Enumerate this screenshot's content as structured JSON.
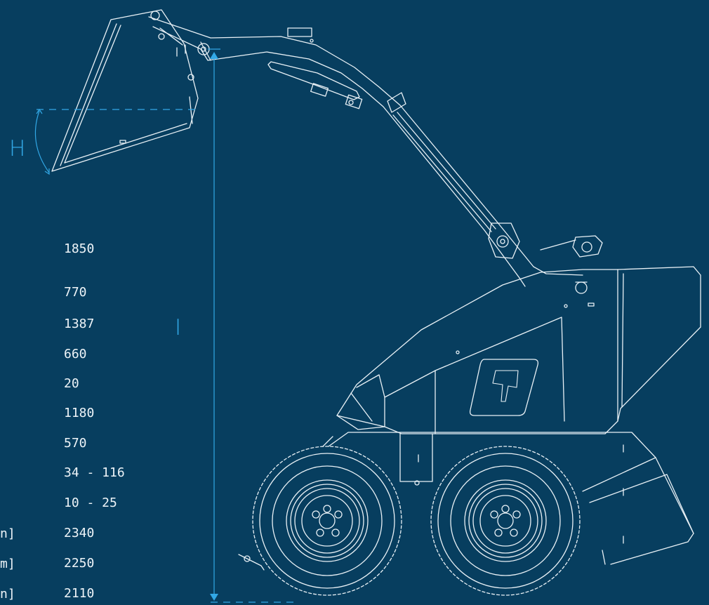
{
  "dimension_labels": {
    "h": "H",
    "i": "I"
  },
  "specs": [
    {
      "value": "1850",
      "unit": ""
    },
    {
      "value": "770",
      "unit": ""
    },
    {
      "value": "1387",
      "unit": ""
    },
    {
      "value": "660",
      "unit": ""
    },
    {
      "value": "20",
      "unit": ""
    },
    {
      "value": "1180",
      "unit": ""
    },
    {
      "value": "570",
      "unit": ""
    },
    {
      "value": "34 - 116",
      "unit": ""
    },
    {
      "value": "10 - 25",
      "unit": ""
    },
    {
      "value": "2340",
      "unit": "n]"
    },
    {
      "value": "2250",
      "unit": "m]"
    },
    {
      "value": "2110",
      "unit": "n]"
    }
  ],
  "colors": {
    "background": "#073e5f",
    "accent": "#32a8e6",
    "line": "#e9f1f6"
  }
}
